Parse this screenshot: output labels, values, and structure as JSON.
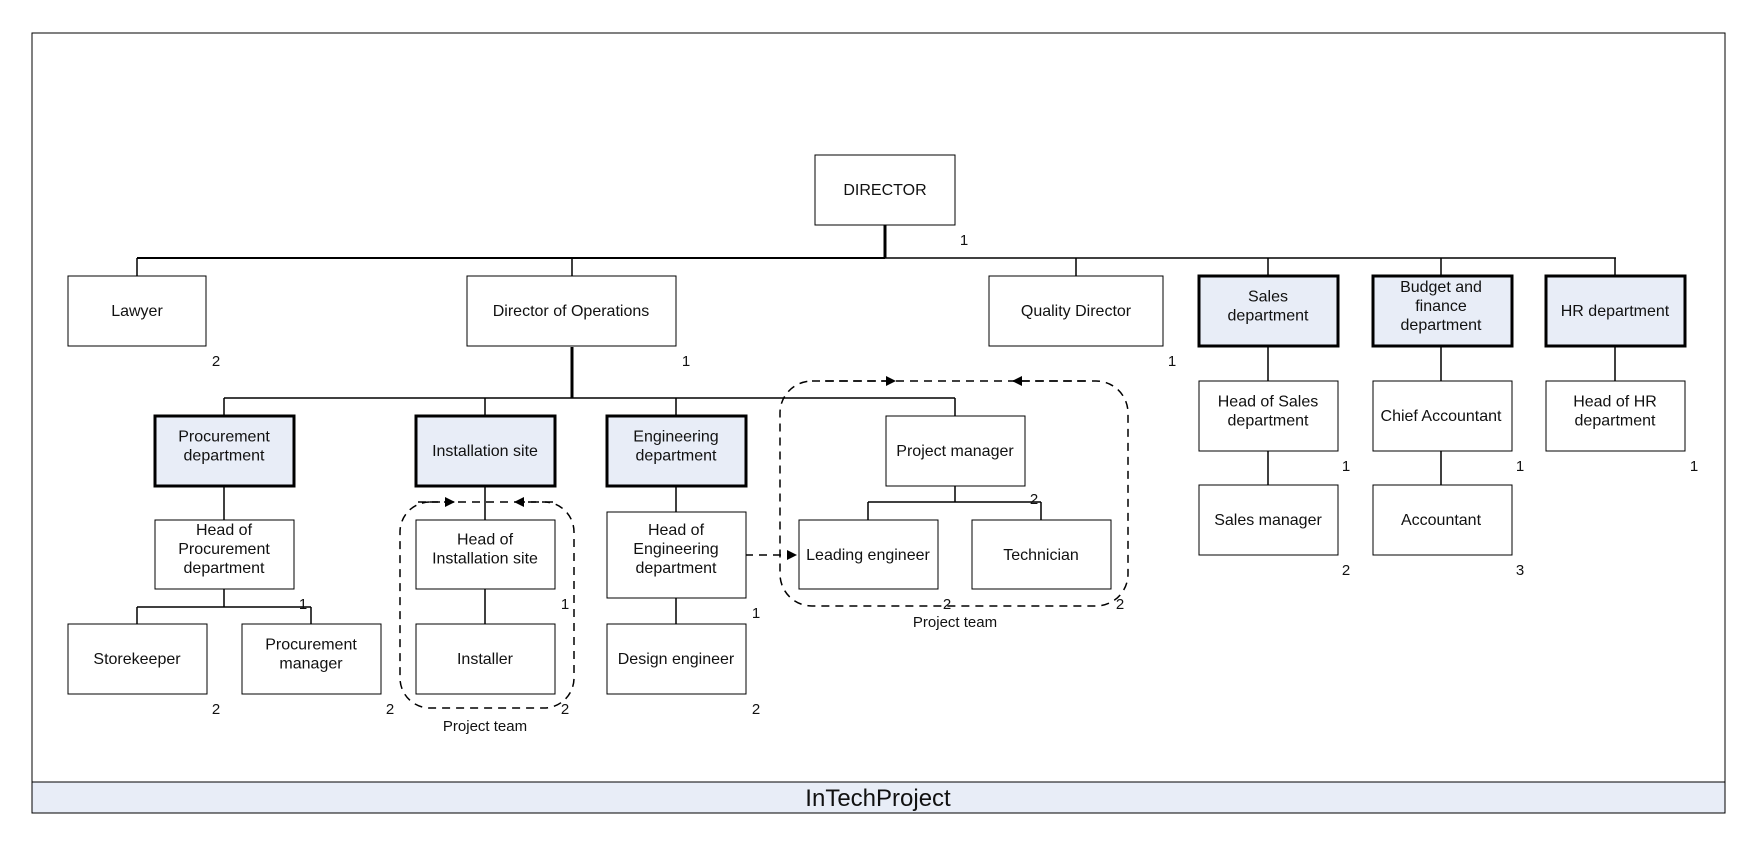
{
  "footer": {
    "title": "InTechProject"
  },
  "colors": {
    "highlight_fill": "#e8edf7",
    "plain_fill": "#ffffff",
    "stroke": "#000000"
  },
  "nodes": {
    "director": {
      "label": "DIRECTOR",
      "count": "1"
    },
    "lawyer": {
      "label": "Lawyer",
      "count": "2"
    },
    "ops": {
      "label": "Director of Operations",
      "count": "1"
    },
    "quality": {
      "label": "Quality Director",
      "count": "1"
    },
    "sales": {
      "label": "Sales department"
    },
    "budget": {
      "label": "Budget and finance department"
    },
    "hr": {
      "label": "HR department"
    },
    "procurement": {
      "label": "Procurement department"
    },
    "install_site": {
      "label": "Installation site"
    },
    "engineering": {
      "label": "Engineering department"
    },
    "project_manager": {
      "label": "Project manager",
      "count": "2"
    },
    "head_sales": {
      "label": "Head of Sales department",
      "count": "1"
    },
    "sales_manager": {
      "label": "Sales manager",
      "count": "2"
    },
    "chief_accountant": {
      "label": "Chief Accountant",
      "count": "1"
    },
    "accountant": {
      "label": "Accountant",
      "count": "3"
    },
    "head_hr": {
      "label": "Head of HR department",
      "count": "1"
    },
    "head_procurement": {
      "label": "Head of Procurement department",
      "count": "1"
    },
    "storekeeper": {
      "label": "Storekeeper",
      "count": "2"
    },
    "procurement_manager": {
      "label": "Procurement manager",
      "count": "2"
    },
    "head_install": {
      "label": "Head of Installation site",
      "count": "1"
    },
    "installer": {
      "label": "Installer",
      "count": "2"
    },
    "head_engineering": {
      "label": "Head of Engineering department",
      "count": "1"
    },
    "design_engineer": {
      "label": "Design engineer",
      "count": "2"
    },
    "leading_engineer": {
      "label": "Leading engineer",
      "count": "2"
    },
    "technician": {
      "label": "Technician",
      "count": "2"
    }
  },
  "teams": {
    "install_team": {
      "label": "Project team"
    },
    "pm_team": {
      "label": "Project team"
    }
  }
}
